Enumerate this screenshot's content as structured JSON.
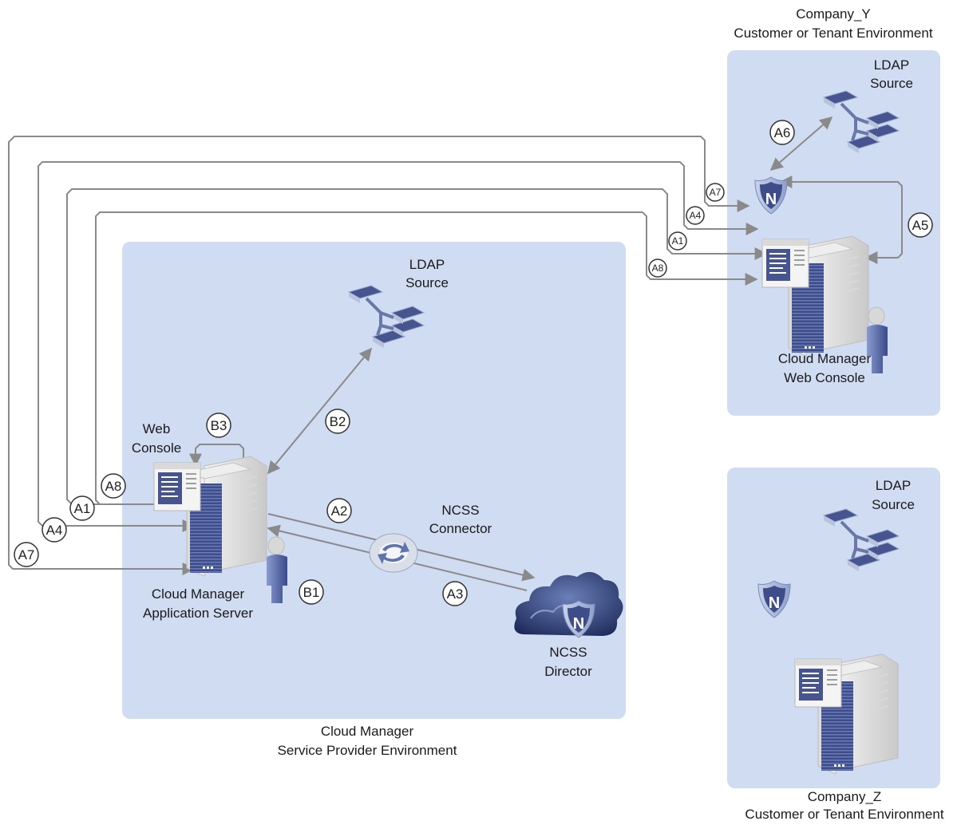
{
  "service_provider": {
    "title_line1": "Cloud Manager",
    "title_line2": "Service Provider Environment",
    "ldap_line1": "LDAP",
    "ldap_line2": "Source",
    "web_console_line1": "Web",
    "web_console_line2": "Console",
    "app_server_line1": "Cloud Manager",
    "app_server_line2": "Application Server",
    "connector_line1": "NCSS",
    "connector_line2": "Connector",
    "director_line1": "NCSS",
    "director_line2": "Director"
  },
  "company_y": {
    "title_line1": "Company_Y",
    "title_line2": "Customer or Tenant Environment",
    "ldap_line1": "LDAP",
    "ldap_line2": "Source",
    "console_line1": "Cloud Manager",
    "console_line2": "Web Console"
  },
  "company_z": {
    "title_line1": "Company_Z",
    "title_line2": "Customer or Tenant Environment",
    "ldap_line1": "LDAP",
    "ldap_line2": "Source"
  },
  "badges": {
    "a1": "A1",
    "a2": "A2",
    "a3": "A3",
    "a4": "A4",
    "a5": "A5",
    "a6": "A6",
    "a7": "A7",
    "a8": "A8",
    "b1": "B1",
    "b2": "B2",
    "b3": "B3"
  },
  "shield_letter": "N",
  "colors": {
    "zone_fill": "#cfdcf1",
    "connector_line": "#8a8a8a",
    "server_blue": "#4a5a9a"
  }
}
